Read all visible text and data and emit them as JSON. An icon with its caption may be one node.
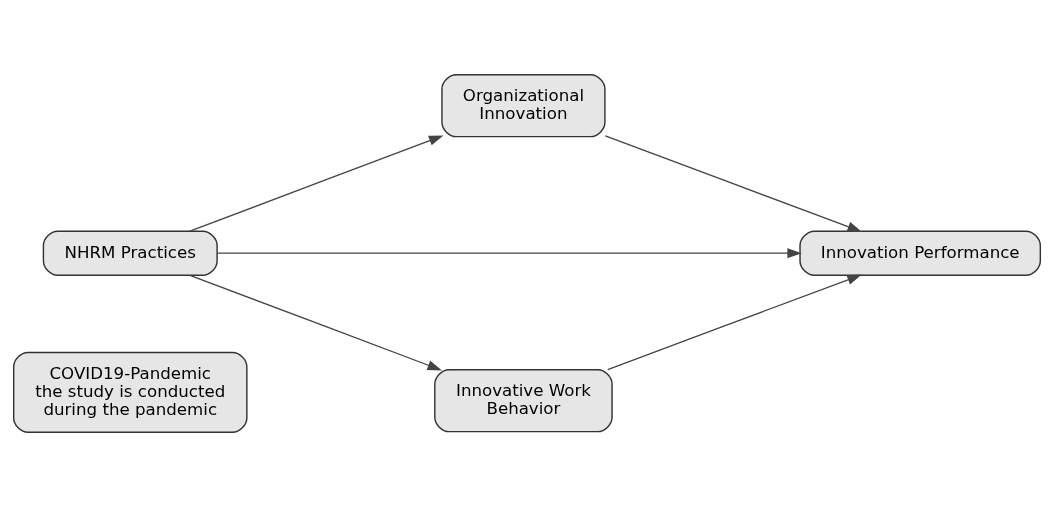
{
  "diagram": {
    "nodes": [
      {
        "text": [
          "Organizational Innovation"
        ]
      },
      {
        "text": [
          "NHRM Practices"
        ]
      },
      {
        "text": [
          "Innovation Performance"
        ]
      },
      {
        "text": [
          "COVID19-Pandemic",
          "the study is conducted during the pandemic"
        ]
      },
      {
        "text": [
          "Innovative Work Behavior"
        ]
      }
    ],
    "edges": [
      {
        "from": 1,
        "to": 0,
        "arrow": "to"
      },
      {
        "from": 0,
        "to": 2,
        "arrow": "to"
      },
      {
        "from": 1,
        "to": 2,
        "arrow": "to"
      },
      {
        "from": 1,
        "to": 4,
        "arrow": "to"
      },
      {
        "from": 4,
        "to": 2,
        "arrow": "to"
      }
    ]
  }
}
